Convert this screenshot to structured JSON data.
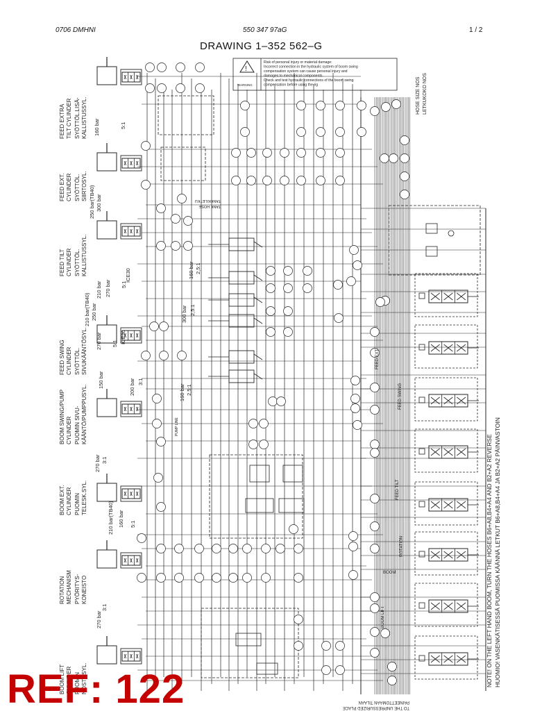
{
  "header": {
    "doc_code": "0706 DMHNI",
    "part_no": "550 347 97aG",
    "page": "1 /  2"
  },
  "title": "DRAWING 1–352 562–G",
  "warning": {
    "label": "WARNING",
    "lines": [
      "Risk of personal injury or material damage:",
      "Incorrect connection in the hydraulic system of boom swing",
      "compensation system can cause personal injury and",
      "damages to mechanical components.",
      "Check and test hydraulic connections of the boom swing",
      "compensation before using the rig"
    ]
  },
  "sections": [
    {
      "en": "FEED EXTRA",
      "en2": "TILT CYLINDER",
      "fi": "SYÖTTÖL.LISÄ-",
      "fi2": "KALLISTUSSYL."
    },
    {
      "en": "FEED EXT.",
      "en2": "CYLINDER",
      "fi": "SYÖTTÖL.",
      "fi2": "SIIRTOSYL."
    },
    {
      "en": "FEED TILT",
      "en2": "CYLINDER",
      "fi": "SYÖTTÖL.",
      "fi2": "KALLISTUSSYL."
    },
    {
      "en": "FEED SWING",
      "en2": "CYLINDER",
      "fi": "SYÖTTÖL.",
      "fi2": "SIVUKÄÄNTÖSYL."
    },
    {
      "en": "BOOM SWING/PUMP",
      "en2": "CYLINDER",
      "fi": "PUOMIN SIVU-",
      "fi2": "KÄÄNTÖ/PUMPPUSYL."
    },
    {
      "en": "BOOM EXT.",
      "en2": "CYLINDER",
      "fi": "PUOMIN",
      "fi2": "TELESK.SYL."
    },
    {
      "en": "ROTATION",
      "en2": "MECHANISM",
      "fi": "PYÖRITYS-",
      "fi2": "KONEISTO"
    },
    {
      "en": "BOOM LIFT",
      "en2": "CYLINDER",
      "fi": "PUOMIN",
      "fi2": "NOSTOSYL."
    }
  ],
  "pressures": [
    "160 bar",
    "5:1",
    "250 bar(TB40)",
    "300 bar",
    "210 bar",
    "270 bar",
    "5:1",
    "ICE30",
    "210 bar(TB40)",
    "250 bar",
    "270 bar",
    "5:1",
    "ICE30",
    "150 bar",
    "200 bar",
    "3:1",
    "270 bar",
    "3:1",
    "210 bar(TB40)",
    "160 bar",
    "5:1",
    "270 bar",
    "3:1",
    "160 bar",
    "2,5:1",
    "300 bar",
    "2,5:1",
    "160 bar",
    "2,5:1"
  ],
  "valve_labels": [
    "FEED EXT",
    "FEED SWING",
    "FEED TILT",
    "ROTATION",
    "BOOM",
    "BOOM LIFT",
    "PUMP LINE",
    "TANK HOSE",
    "TANKKILETKU"
  ],
  "notes": {
    "en": "NOTE! ON THE LEFT HAND BOOM, TURN THE HOSES B6+A8,B4+A4 AND B2+A2 REVERSE",
    "fi": "HUOMIO! VASENKÄTISESSÄ PUOMISSA KÄÄNNÄ LETKUT B6+A8,B4+A4 JA B2+A2 PÄINVASTOIN",
    "hose": "HOSE SIZE NOS",
    "hose_fi": "LETKUKOKO NOS",
    "bottom": "TO THE UNPRESSURIZED PLACE",
    "bottom_fi": "PAINEETTOMAAN TILAAN"
  },
  "ref_label": "REF: 122"
}
